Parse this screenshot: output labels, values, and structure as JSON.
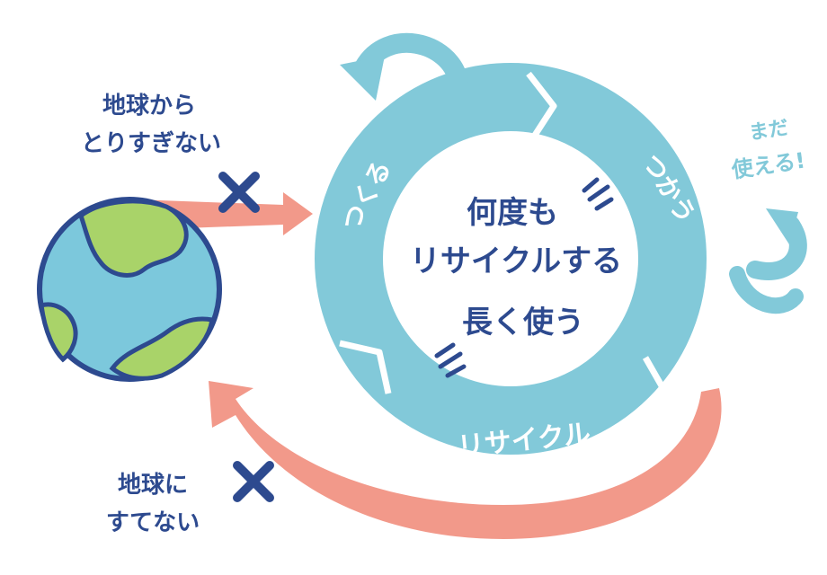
{
  "colors": {
    "cycle": "#82c9d9",
    "cycle_dark": "#70bdd0",
    "arrow": "#f2998a",
    "navy": "#2d4a8f",
    "earth_ocean": "#7cc8dc",
    "earth_land": "#a9d369",
    "outline": "#2d4a8f",
    "white": "#ffffff"
  },
  "center_text": {
    "line1": "何度も",
    "line2": "リサイクルする",
    "line3": "長く使う"
  },
  "segments": {
    "make": "つくる",
    "use": "つかう",
    "recycle": "リサイクル"
  },
  "side_note": {
    "line1": "まだ",
    "line2": "使える!"
  },
  "left_top_label": {
    "line1": "地球から",
    "line2": "とりすぎない"
  },
  "left_bottom_label": {
    "line1": "地球に",
    "line2": "すてない"
  },
  "icons": {
    "cross_top": "cross-icon",
    "cross_bottom": "cross-icon",
    "earth": "earth-icon"
  }
}
